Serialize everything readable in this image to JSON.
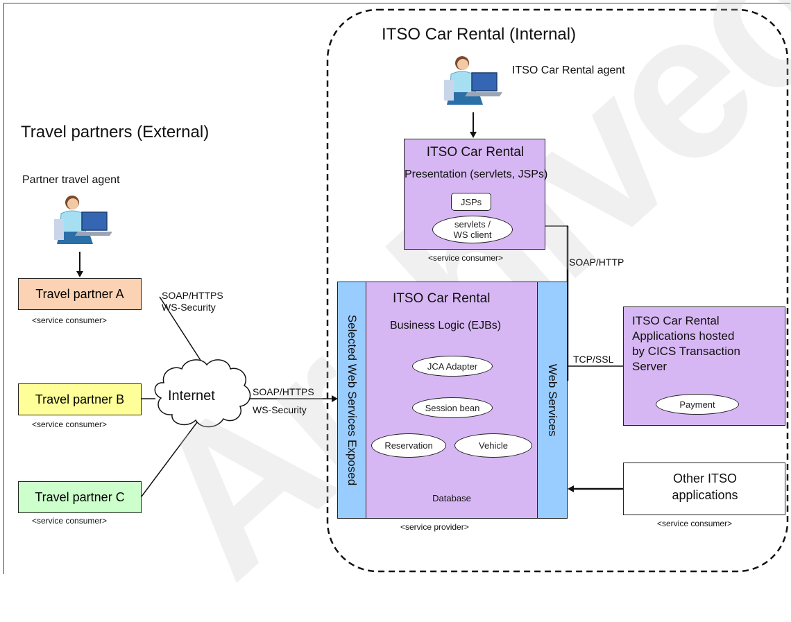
{
  "headings": {
    "internal_title": "ITSO Car Rental (Internal)",
    "external_title": "Travel partners (External)"
  },
  "agents": {
    "internal_agent": "ITSO Car Rental agent",
    "partner_agent": "Partner travel agent"
  },
  "presentation": {
    "title": "ITSO Car Rental",
    "subtitle": "Presentation (servlets, JSPs)",
    "jsps": "JSPs",
    "client_line1": "servlets /",
    "client_line2": "WS client",
    "role": "<service consumer>"
  },
  "business": {
    "title": "ITSO Car Rental",
    "subtitle": "Business Logic (EJBs)",
    "jca": "JCA Adapter",
    "session": "Session bean",
    "reservation": "Reservation",
    "vehicle": "Vehicle",
    "database": "Database",
    "role": "<service provider>",
    "left_band": "Selected Web Services Exposed",
    "right_band": "Web Services"
  },
  "cics": {
    "line1": "ITSO Car Rental",
    "line2": "Applications hosted",
    "line3": "by CICS Transaction",
    "line4": "Server",
    "payment": "Payment"
  },
  "other_apps": {
    "line1": "Other ITSO",
    "line2": "applications",
    "role": "<service consumer>"
  },
  "partners": [
    {
      "name": "Travel partner A",
      "role": "<service consumer>",
      "color": "#fbd3b4"
    },
    {
      "name": "Travel partner B",
      "role": "<service consumer>",
      "color": "#ffff99"
    },
    {
      "name": "Travel partner C",
      "role": "<service consumer>",
      "color": "#ccffcc"
    }
  ],
  "network": {
    "cloud": "Internet",
    "link_a_line1": "SOAP/HTTPS",
    "link_a_line2": "WS-Security",
    "link_b_line1": "SOAP/HTTPS",
    "link_b_line2": "WS-Security",
    "soap_http": "SOAP/HTTP",
    "tcp_ssl": "TCP/SSL"
  },
  "watermark": "Archived",
  "colors": {
    "purple": "#d7b7f3",
    "blue": "#99ccff",
    "partner_a": "#fbd3b4",
    "partner_b": "#ffff99",
    "partner_c": "#ccffcc"
  },
  "icons": {
    "person": "person-at-laptop-icon",
    "cloud": "cloud-icon",
    "database": "database-cylinder-icon"
  }
}
